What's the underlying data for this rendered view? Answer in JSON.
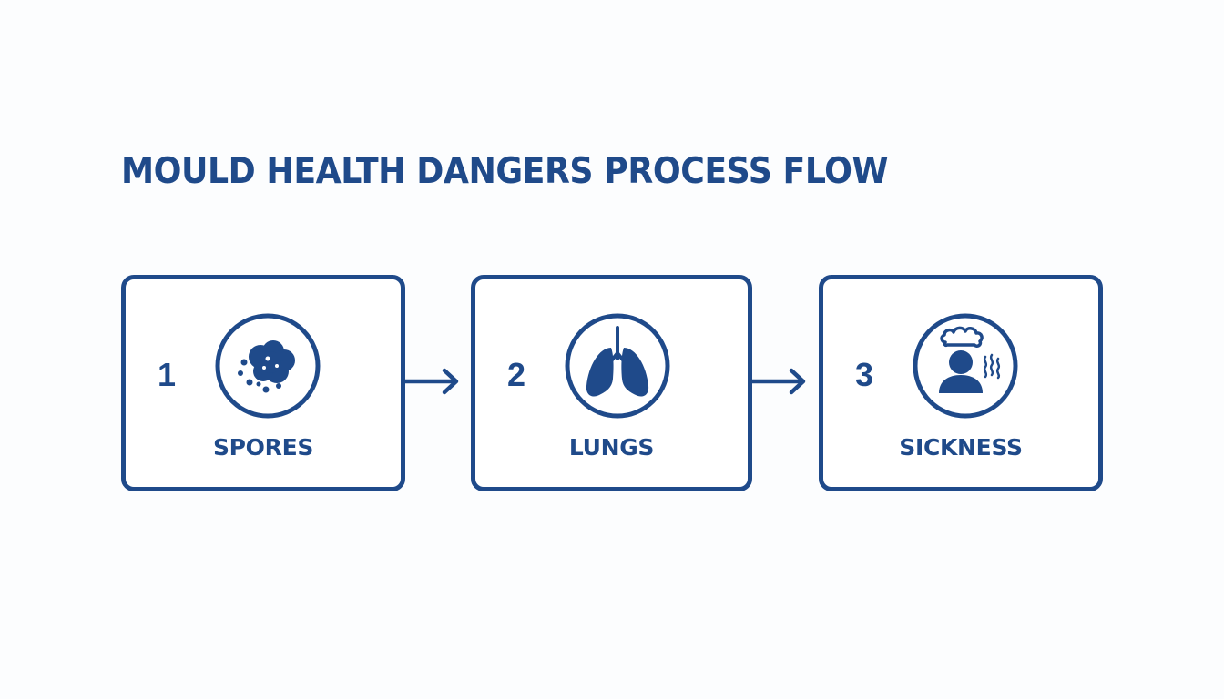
{
  "title": "MOULD HEALTH DANGERS PROCESS FLOW",
  "colors": {
    "primary": "#1f4a8a",
    "background": "#fcfdfe"
  },
  "steps": [
    {
      "number": "1",
      "label": "SPORES",
      "icon": "spores-icon"
    },
    {
      "number": "2",
      "label": "LUNGS",
      "icon": "lungs-icon"
    },
    {
      "number": "3",
      "label": "SICKNESS",
      "icon": "sick-person-icon"
    }
  ],
  "connectors": [
    "arrow-right-icon",
    "arrow-right-icon"
  ]
}
